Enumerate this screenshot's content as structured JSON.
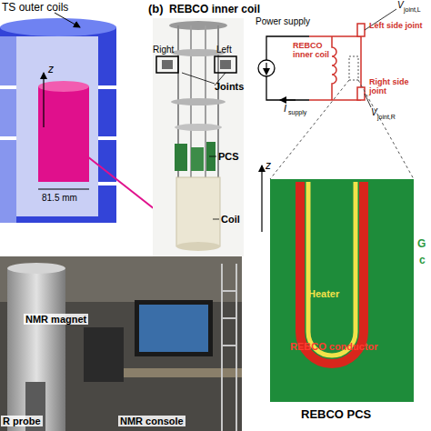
{
  "diagram": {
    "nodes": [
      {
        "text": [
          "Heater",
          "REBCO conductor",
          "REBCO PCS"
        ]
      }
    ],
    "labels": [
      "TS outer coils",
      "z",
      "81.5 mm",
      "(b)",
      "REBCO inner coil",
      "Right",
      "Left",
      "Joints",
      "PCS",
      "Coil",
      "Power supply",
      "REBCO inner coil",
      "Left side joint",
      "Right side joint",
      "I",
      "supply",
      "V",
      "joint,L",
      "V",
      "joint,R",
      "z",
      "G",
      "c",
      "NMR magnet",
      "R probe",
      "NMR console"
    ]
  }
}
